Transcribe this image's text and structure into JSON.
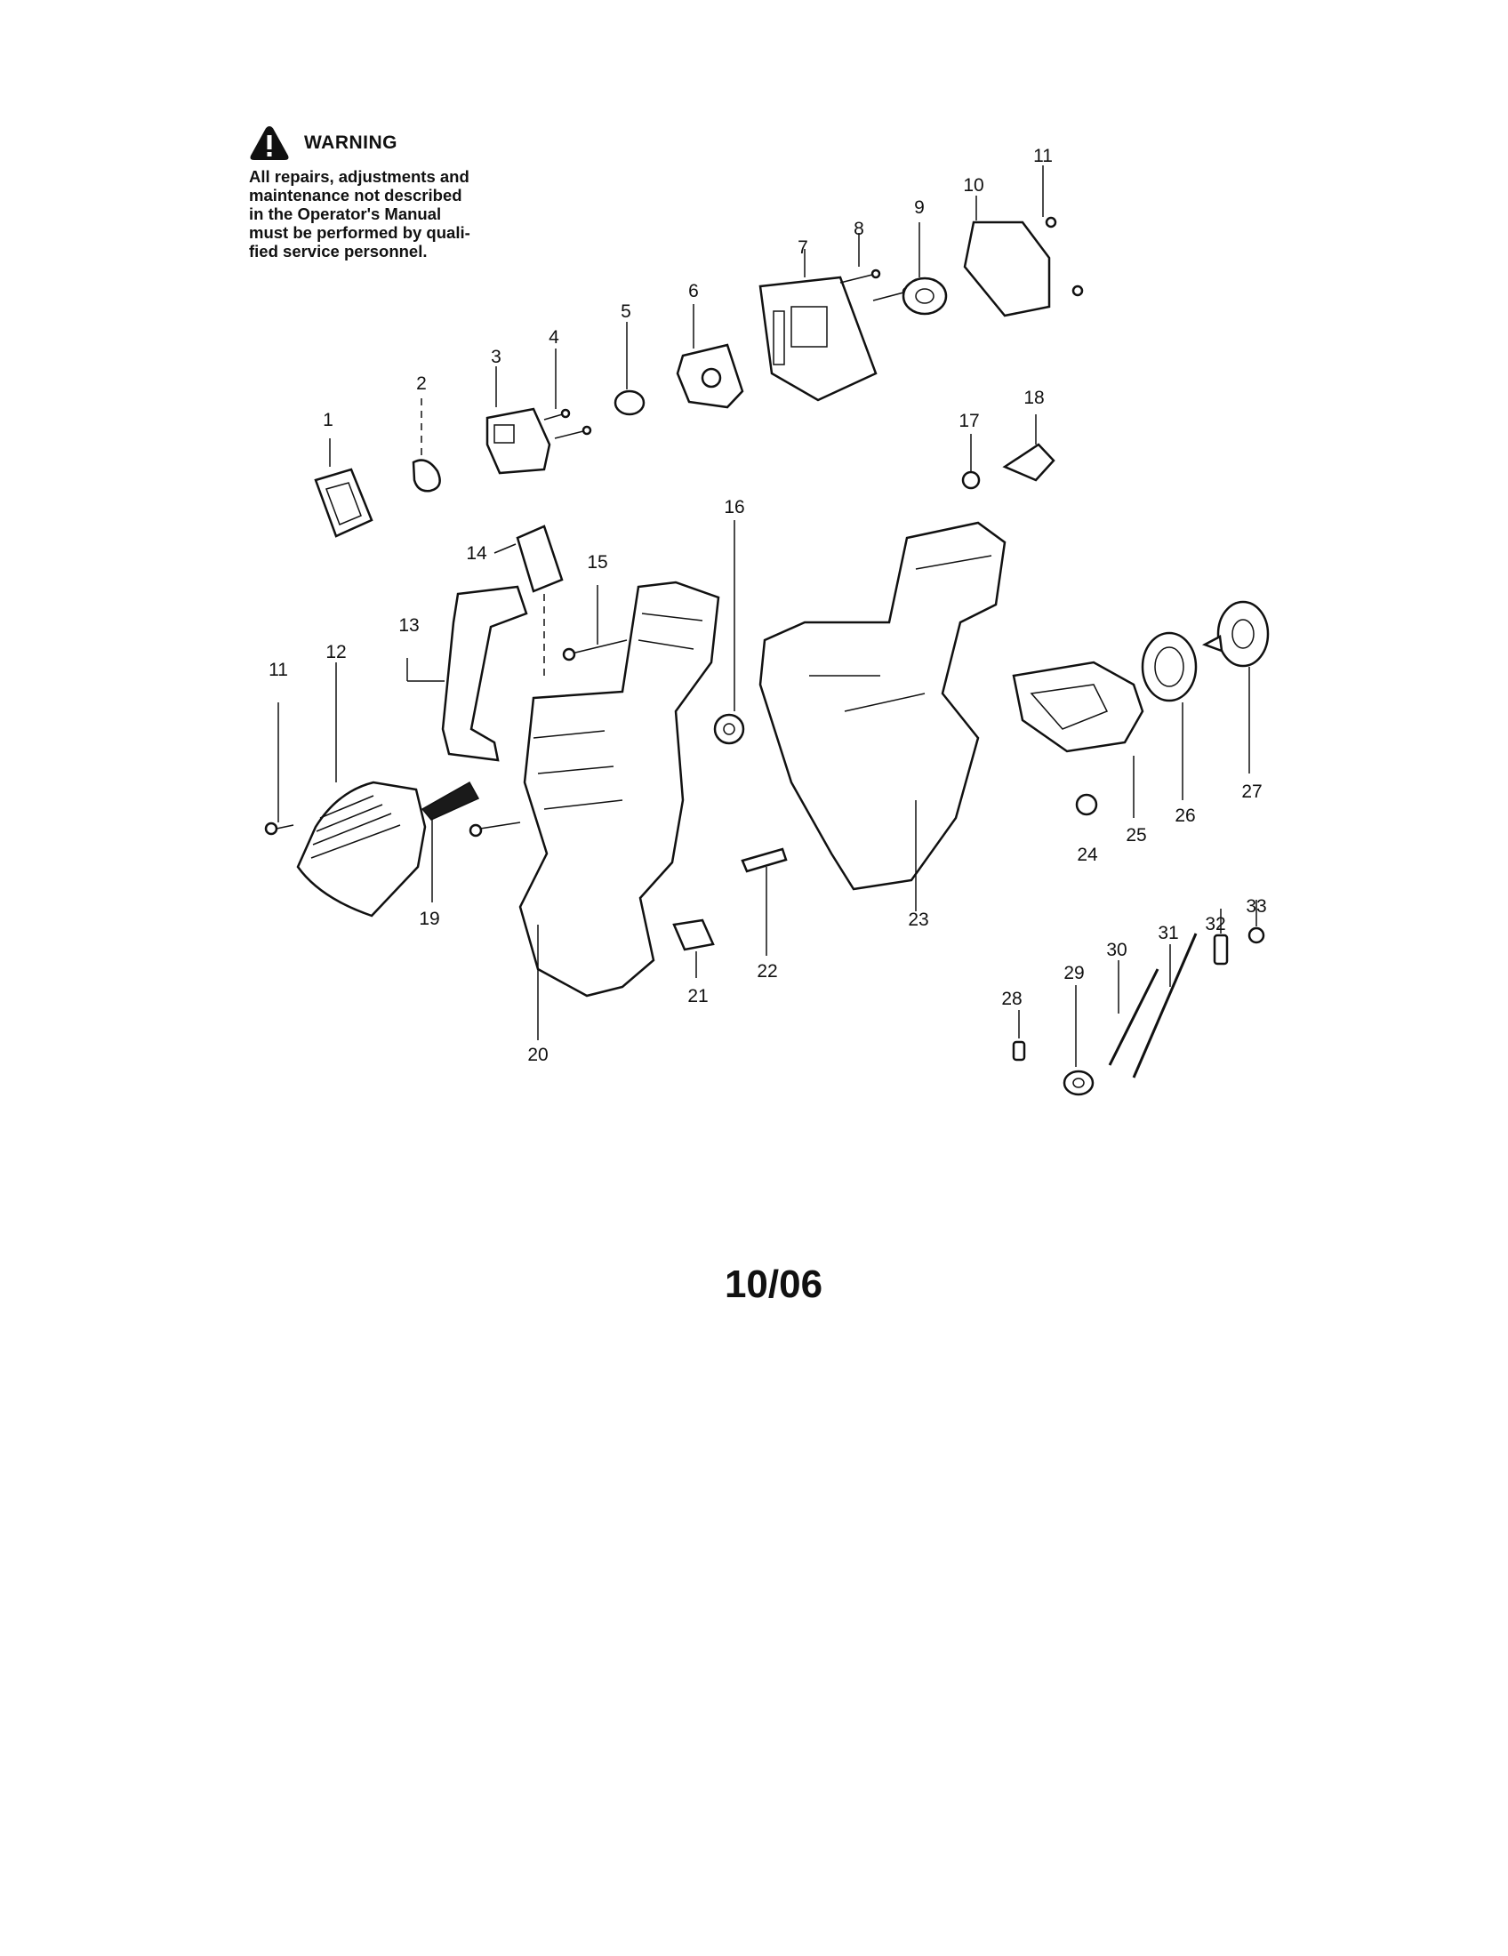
{
  "warning": {
    "title": "WARNING",
    "icon": "warning-triangle-icon",
    "lines": [
      "All repairs, adjustments and",
      "maintenance not described",
      "in the Operator's Manual",
      "must be performed by quali-",
      "fied service personnel."
    ]
  },
  "callouts": [
    "1",
    "2",
    "3",
    "4",
    "5",
    "6",
    "7",
    "8",
    "9",
    "10",
    "11",
    "11",
    "12",
    "13",
    "14",
    "15",
    "16",
    "17",
    "18",
    "19",
    "20",
    "21",
    "22",
    "23",
    "24",
    "25",
    "26",
    "27",
    "28",
    "29",
    "30",
    "31",
    "32",
    "33"
  ],
  "footer": {
    "code": "10/06"
  }
}
